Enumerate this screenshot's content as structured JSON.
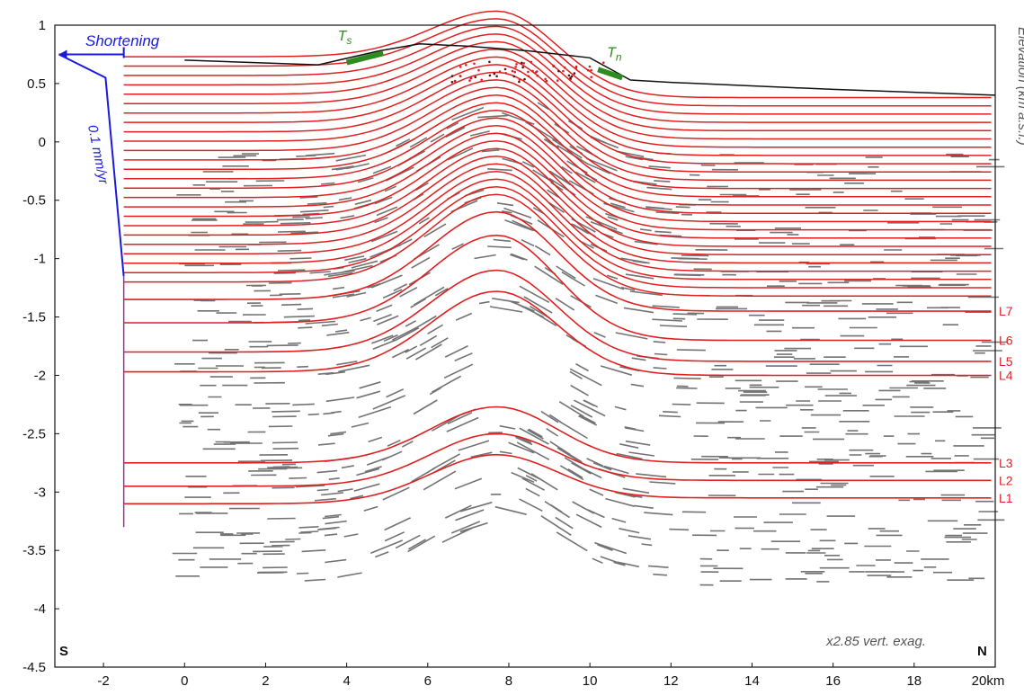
{
  "chart_data": {
    "type": "line",
    "title": "",
    "xlabel": "",
    "ylabel": "Elevation (km a.s.l.)",
    "x_unit": "km",
    "xlim": [
      -3.2,
      20
    ],
    "ylim": [
      -4.5,
      1
    ],
    "x_ticks": [
      -2,
      0,
      2,
      4,
      6,
      8,
      10,
      12,
      14,
      16,
      18,
      20
    ],
    "x_tick_labels": [
      "-2",
      "0",
      "2",
      "4",
      "6",
      "8",
      "10",
      "12",
      "14",
      "16",
      "18",
      "20km"
    ],
    "y_ticks": [
      1,
      0.5,
      0,
      -0.5,
      -1,
      -1.5,
      -2,
      -2.5,
      -3,
      -3.5,
      -4,
      -4.5
    ],
    "y_tick_labels": [
      "1",
      "0.5",
      "0",
      "-0.5",
      "-1",
      "-1.5",
      "-2",
      "-2.5",
      "-3",
      "-3.5",
      "-4",
      "-4.5"
    ],
    "grid": false,
    "labeled_horizons": [
      {
        "name": "L1",
        "south_y": -3.1,
        "north_y": -3.05,
        "crest_y": -2.68
      },
      {
        "name": "L2",
        "south_y": -2.95,
        "north_y": -2.9,
        "crest_y": -2.5
      },
      {
        "name": "L3",
        "south_y": -2.75,
        "north_y": -2.75,
        "crest_y": -2.27
      },
      {
        "name": "L4",
        "south_y": -1.97,
        "north_y": -2.0,
        "crest_y": -1.28
      },
      {
        "name": "L5",
        "south_y": -1.8,
        "north_y": -1.88,
        "crest_y": -1.1
      },
      {
        "name": "L6",
        "south_y": -1.55,
        "north_y": -1.7,
        "crest_y": -0.8
      },
      {
        "name": "L7",
        "south_y": -1.35,
        "north_y": -1.45,
        "crest_y": -0.6
      }
    ],
    "model_horizons": {
      "count": 25,
      "south_y_top": 0.73,
      "south_y_bottom": -1.2,
      "north_y_top": 0.38,
      "north_y_bottom": -1.32,
      "crest_x": 7.7,
      "crest_y_top": 1.12
    },
    "topography": {
      "x": [
        0,
        3.3,
        4.8,
        5.8,
        7,
        8.5,
        10,
        11,
        12,
        16,
        20
      ],
      "y": [
        0.7,
        0.66,
        0.78,
        0.84,
        0.82,
        0.78,
        0.72,
        0.53,
        0.51,
        0.45,
        0.4
      ]
    },
    "terraces": [
      {
        "label": "T",
        "sub": "s",
        "x0": 4.0,
        "x1": 4.9,
        "y0": 0.68,
        "y1": 0.76
      },
      {
        "label": "T",
        "sub": "n",
        "x0": 10.2,
        "x1": 10.8,
        "y0": 0.62,
        "y1": 0.55
      }
    ],
    "shortening": {
      "label": "Shortening",
      "rate_label": "0.1 mm/yr",
      "arrow_x": [
        -3.1,
        -1.5
      ],
      "y": 0.75
    },
    "velocity_profile": {
      "x": [
        -3.1,
        -1.95,
        -1.5,
        -1.5
      ],
      "y": [
        0.75,
        0.55,
        -1.15,
        -3.3
      ]
    },
    "annotations": {
      "vertical_exaggeration": "x2.85 vert. exag.",
      "south_label": "S",
      "north_label": "N"
    },
    "colors": {
      "horizon": "#e02020",
      "reflector": "#5a5a5a",
      "topography": "#111111",
      "terrace": "#2e8b1e",
      "shortening": "#1a1adc",
      "axis": "#111111"
    }
  }
}
